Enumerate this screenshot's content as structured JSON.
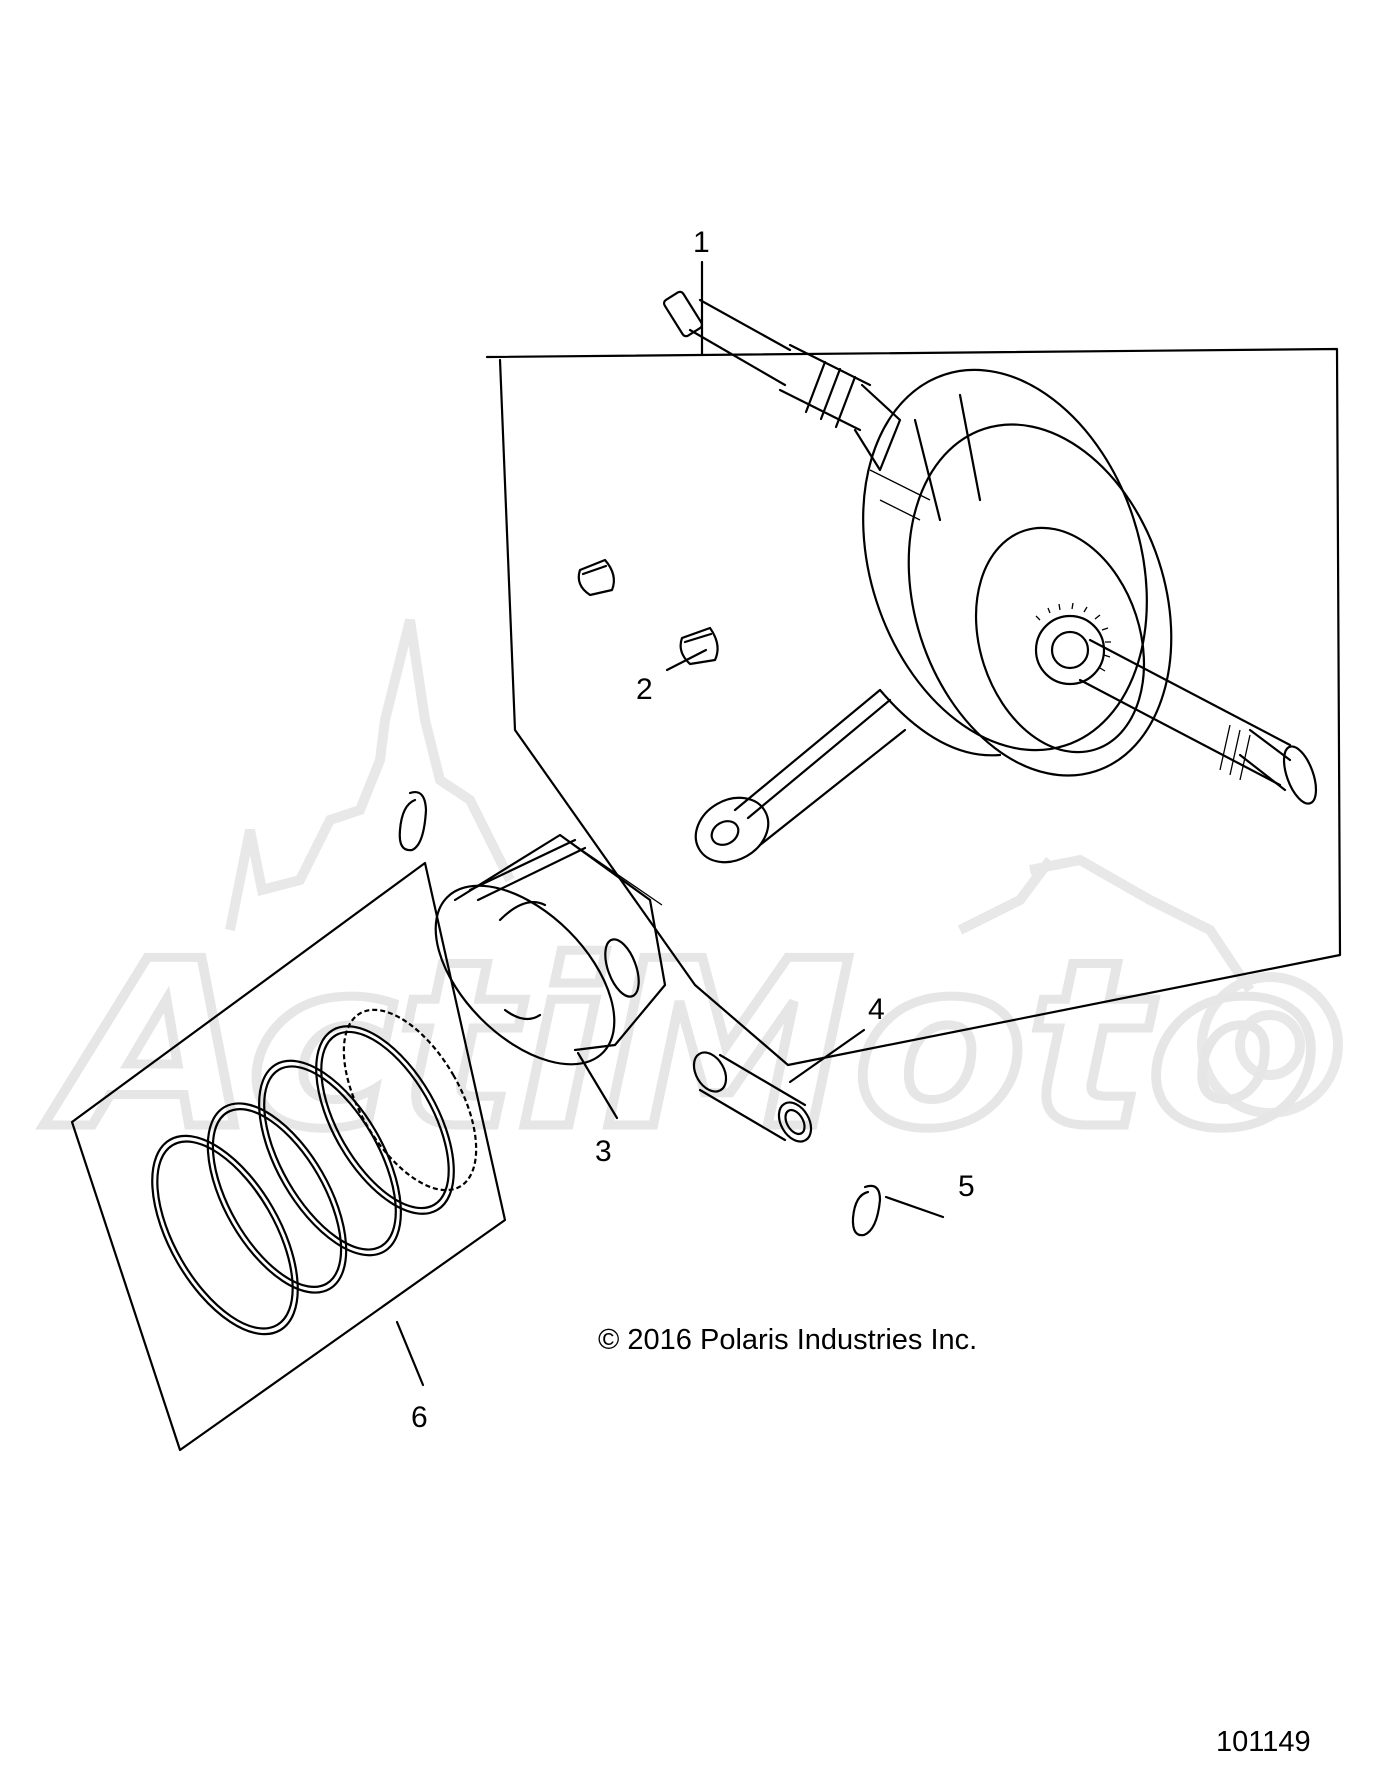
{
  "callouts": {
    "c1": "1",
    "c2": "2",
    "c3": "3",
    "c4": "4",
    "c5": "5",
    "c6": "6"
  },
  "copyright": "© 2016 Polaris Industries Inc.",
  "document_number": "101149",
  "watermark": {
    "text": "ActiMoto",
    "color": "#e6e6e6"
  },
  "parts": [
    {
      "callout": "1",
      "icon": "crankshaft-assembly-icon"
    },
    {
      "callout": "2",
      "icon": "woodruff-key-icon"
    },
    {
      "callout": "3",
      "icon": "piston-icon"
    },
    {
      "callout": "4",
      "icon": "piston-pin-icon"
    },
    {
      "callout": "5",
      "icon": "circlip-icon"
    },
    {
      "callout": "6",
      "icon": "piston-ring-set-icon"
    }
  ]
}
